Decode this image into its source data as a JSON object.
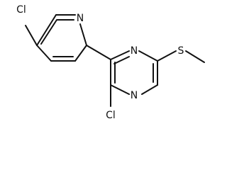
{
  "molecule": {
    "atoms": {
      "cl_pyridine": "Cl",
      "n_pyridine": "N",
      "n_pyrimidine_top": "N",
      "n_pyrimidine_bottom": "N",
      "s_methylthio": "S",
      "cl_pyrimidine": "Cl"
    }
  }
}
